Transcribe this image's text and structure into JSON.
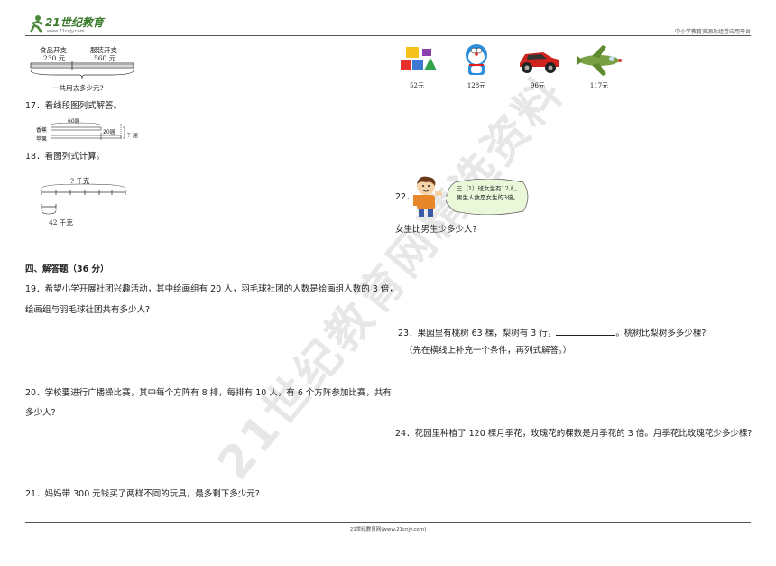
{
  "header": {
    "logo_text": "21世纪教育",
    "logo_url": "www.21cnjy.com",
    "right_text": "中小学教育资源及组卷应用平台"
  },
  "footer": {
    "text": "21世纪教育网(www.21cnjy.com)"
  },
  "watermark": "21世纪教育网精选资料",
  "diagram16": {
    "label_food": "食品开支",
    "value_food": "230 元",
    "label_clothes": "服装开支",
    "value_clothes": "560 元",
    "question": "一共用去多少元?"
  },
  "q17": {
    "text": "17．看线段图列式解答。",
    "top_label": "60届",
    "row1": "香蕉",
    "row2": "苹果",
    "right_label": "20届",
    "q_label": "？届"
  },
  "q18": {
    "text": "18．看图列式计算。",
    "top_label": "? 千克",
    "bottom_label": "42 千克"
  },
  "section4": {
    "title": "四、解答题（36 分）"
  },
  "q19": {
    "line1": "19．希望小学开展社团兴趣活动，其中绘画组有 20 人，羽毛球社团的人数是绘画组人数的 3 倍，",
    "line2": "绘画组与羽毛球社团共有多少人?"
  },
  "q20": {
    "line1": "20．学校要进行广播操比赛，其中每个方阵有 8 排，每排有 10 人，有 6 个方阵参加比赛，共有",
    "line2": "多少人?"
  },
  "q21": {
    "text": "21．妈妈带 300 元钱买了两样不同的玩具，最多剩下多少元?"
  },
  "toys": [
    {
      "icon": "blocks-icon",
      "price": "52元"
    },
    {
      "icon": "doraemon-icon",
      "price": "128元"
    },
    {
      "icon": "car-icon",
      "price": "96元"
    },
    {
      "icon": "plane-icon",
      "price": "117元"
    }
  ],
  "q22": {
    "number": "22．",
    "bubble": "三（1）班女生有12人，男生人数是女生的3倍。",
    "question": "女生比男生少多少人?"
  },
  "q23": {
    "line1_a": "23．果园里有桃树 63 棵，梨树有 3 行，",
    "line1_b": "。桃树比梨树多多少棵?",
    "line2": "（先在横线上补充一个条件，再列式解答。）"
  },
  "q24": {
    "text": "24．花园里种植了 120 棵月季花，玫瑰花的棵数是月季花的 3 倍。月季花比玫瑰花少多少棵?"
  }
}
